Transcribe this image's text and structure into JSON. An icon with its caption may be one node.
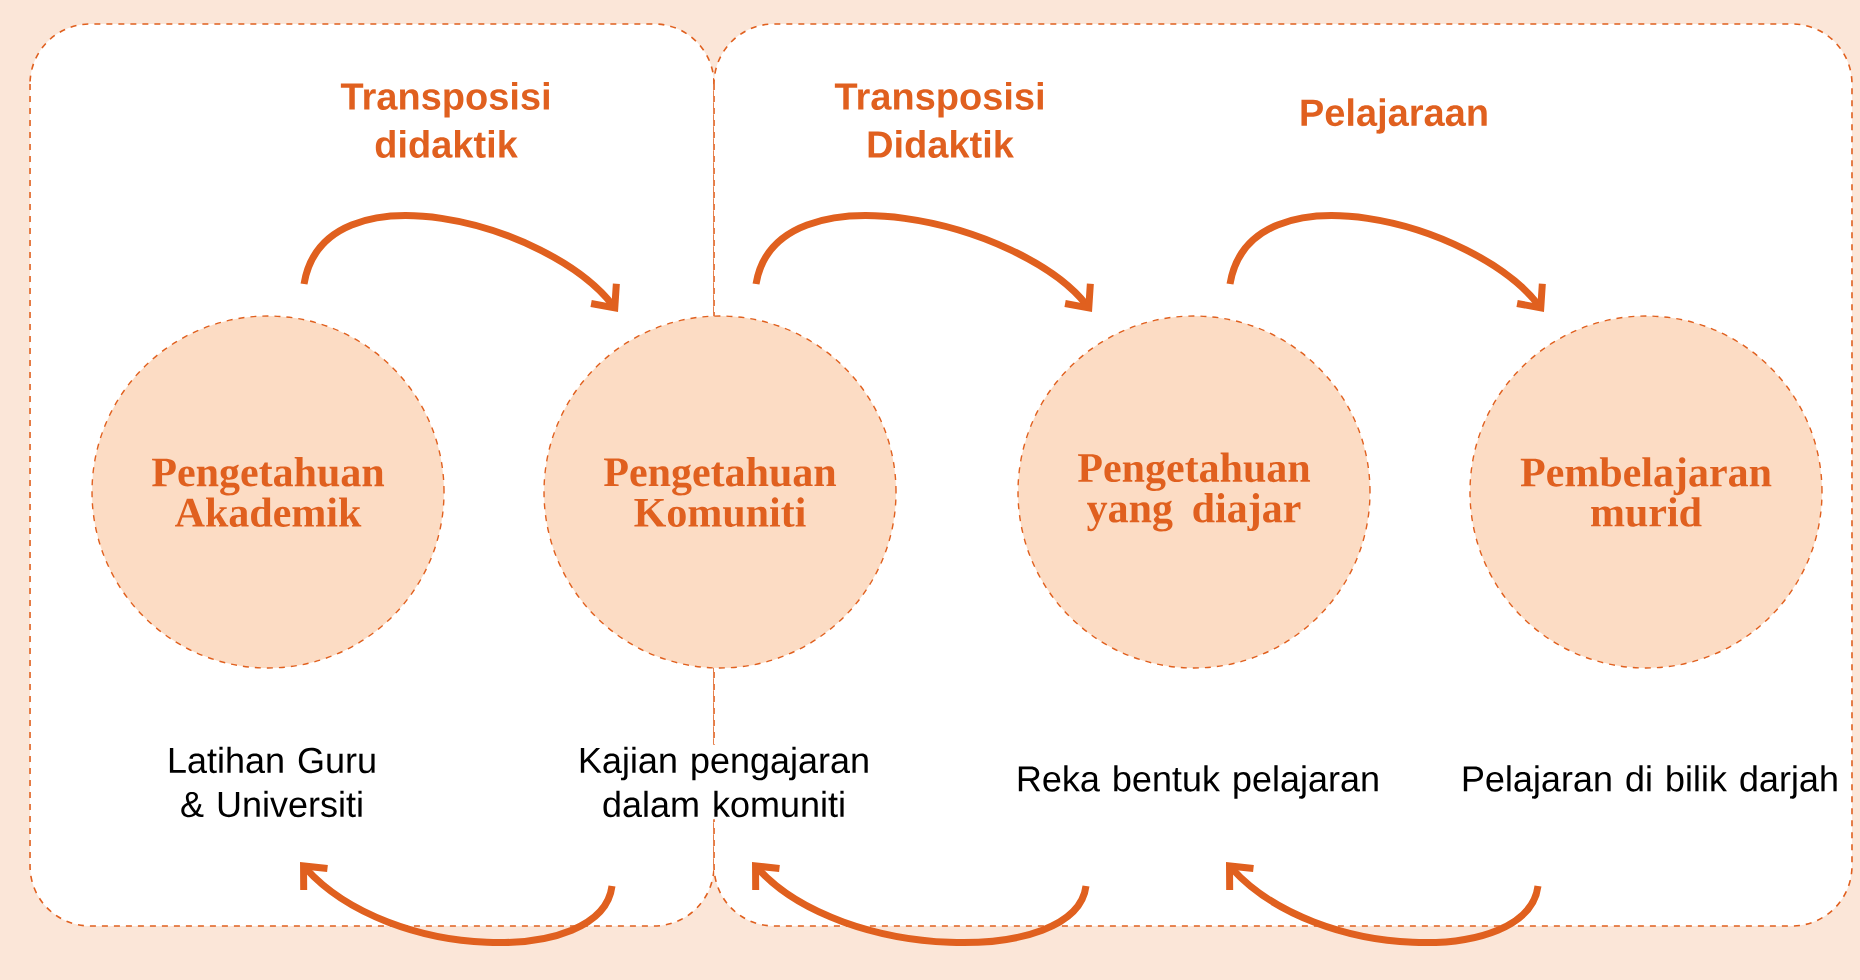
{
  "diagram": {
    "nodes": [
      {
        "text": [
          "Pengetahuan Akademik"
        ],
        "beside": [
          "Latihan Guru & Universiti"
        ]
      },
      {
        "text": [
          "Pengetahuan Komuniti"
        ],
        "beside": [
          "Kajian pengajaran dalam komuniti"
        ]
      },
      {
        "text": [
          "Pengetahuan yang diajar"
        ],
        "beside": [
          "Reka bentuk pelajaran"
        ]
      },
      {
        "text": [
          "Pembelajaran murid"
        ],
        "beside": [
          "Pelajaran di bilik darjah"
        ]
      }
    ],
    "edges": [
      {
        "from": 0,
        "to": 1,
        "arrow": "to",
        "label": "Transposisi didaktik"
      },
      {
        "from": 1,
        "to": 2,
        "arrow": "to",
        "label": "Transposisi Didaktik"
      },
      {
        "from": 2,
        "to": 3,
        "arrow": "to",
        "label": "Pelajaraan"
      },
      {
        "from": 1,
        "to": 0,
        "arrow": "to"
      },
      {
        "from": 2,
        "to": 1,
        "arrow": "to"
      },
      {
        "from": 3,
        "to": 2,
        "arrow": "to"
      }
    ]
  }
}
